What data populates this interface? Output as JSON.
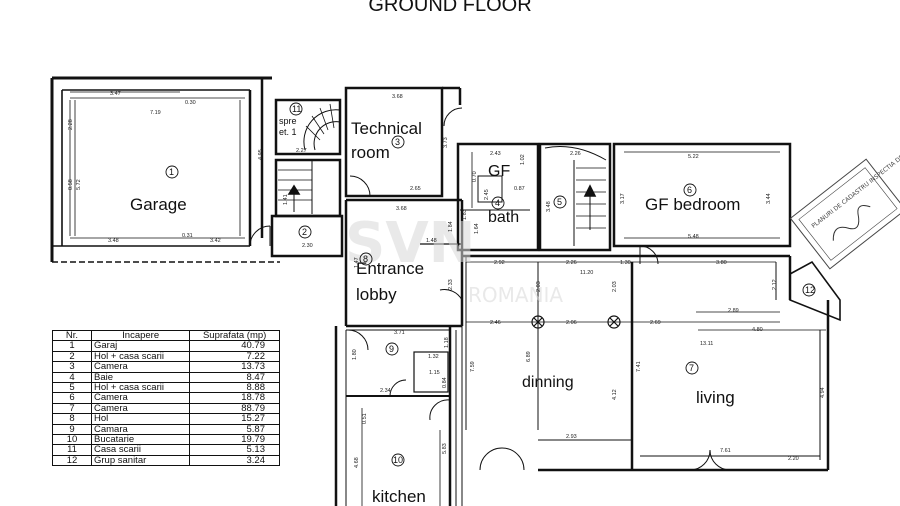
{
  "title": "GROUND FLOOR",
  "rooms": {
    "garage": "Garage",
    "technical_1": "Technical",
    "technical_2": "room",
    "gf_bath_1": "GF",
    "gf_bath_2": "bath",
    "gf_bedroom": "GF bedroom",
    "entrance_1": "Entrance",
    "entrance_2": "lobby",
    "dinning": "dinning",
    "living": "living",
    "kitchen": "kitchen",
    "spre_1": "spre",
    "spre_2": "et. 1"
  },
  "room_numbers": [
    "1",
    "2",
    "3",
    "4",
    "5",
    "6",
    "7",
    "8",
    "9",
    "10",
    "11",
    "12"
  ],
  "dimensions": {
    "g_top_a": "3.47",
    "g_top_b": "0.30",
    "g_top_c": "7.19",
    "g_left_a": "2.28",
    "g_left_b": "5.72",
    "g_left_c": "0.58",
    "g_right": "4.95",
    "g_bot_a": "3.48",
    "g_bot_b": "0.31",
    "g_bot_c": "3.42",
    "st_a": "2.27",
    "st_b": "1.41",
    "st_c": "2.30",
    "tech_top": "3.68",
    "tech_r": "3.73",
    "tech_b": "2.65",
    "ent_top": "3.68",
    "ent_a": "1.84",
    "ent_b": "1.48",
    "ent_c": "1.47",
    "ent_d": "2.33",
    "bath_a": "2.43",
    "bath_b": "1.02",
    "bath_c": "0.70",
    "bath_d": "2.45",
    "bath_e": "1.83",
    "bath_f": "1.64",
    "bath_g": "0.87",
    "st5_a": "2.26",
    "st5_b": "3.48",
    "bed_top": "5.22",
    "bed_l": "3.17",
    "bed_r": "3.44",
    "bed_b": "5.48",
    "h_a": "2.92",
    "h_b": "2.26",
    "h_c": "1.30",
    "h_d": "11.20",
    "h_e": "3.80",
    "h_f": "2.12",
    "m_a": "2.46",
    "m_b": "2.06",
    "m_c": "2.69",
    "m_d": "2.89",
    "m_e": "4.80",
    "m_f": "13.11",
    "v_a": "2.03",
    "v_b": "2.03",
    "v_c": "7.59",
    "v_d": "6.89",
    "v_e": "4.12",
    "v_f": "7.41",
    "v_g": "4.94",
    "b_a": "2.93",
    "b_b": "7.61",
    "b_c": "2.20",
    "k_a": "3.71",
    "k_b": "1.80",
    "k_c": "1.18",
    "k_d": "1.32",
    "k_e": "1.15",
    "k_f": "2.34",
    "k_g": "0.51",
    "k_h": "0.84",
    "k_i": "4.68",
    "k_j": "5.83"
  },
  "watermark": {
    "brand": "SVN",
    "sub": "ROMANIA"
  },
  "stamp": "PLANURI DE CADASTRU INSPECTIA DE STAT Ing.",
  "legend": {
    "headers": [
      "Nr.",
      "Incapere",
      "Suprafata (mp)"
    ],
    "rows": [
      [
        "1",
        "Garaj",
        "40.79"
      ],
      [
        "2",
        "Hol + casa scarii",
        "7.22"
      ],
      [
        "3",
        "Camera",
        "13.73"
      ],
      [
        "4",
        "Baie",
        "8.47"
      ],
      [
        "5",
        "Hol + casa scarii",
        "8.88"
      ],
      [
        "6",
        "Camera",
        "18.78"
      ],
      [
        "7",
        "Camera",
        "88.79"
      ],
      [
        "8",
        "Hol",
        "15.27"
      ],
      [
        "9",
        "Camara",
        "5.87"
      ],
      [
        "10",
        "Bucatarie",
        "19.79"
      ],
      [
        "11",
        "Casa scarii",
        "5.13"
      ],
      [
        "12",
        "Grup sanitar",
        "3.24"
      ]
    ]
  }
}
